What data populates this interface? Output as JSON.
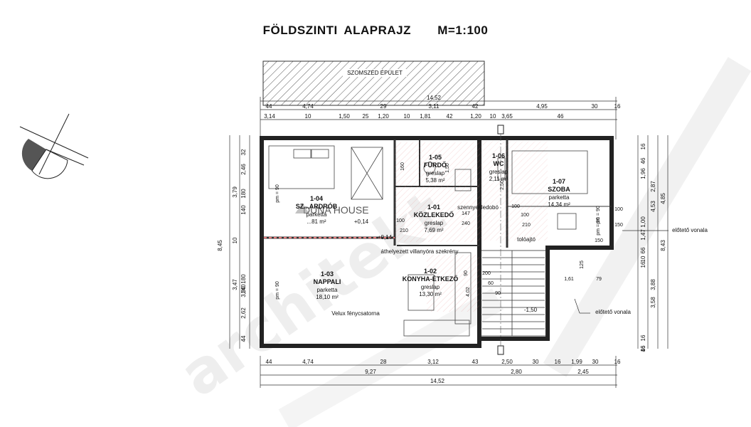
{
  "header": {
    "title": "FÖLDSZINTI ALAPRAJZ",
    "scale": "M=1:100"
  },
  "neighbor_label": "SZOMSZÉD ÉPÜLET",
  "watermark": {
    "brand": "DUNA HOUSE",
    "text": "architekt"
  },
  "rooms": [
    {
      "id": "1-04",
      "name": "SZ...ARDRÓB",
      "floor": "parketta",
      "area": "...81 m²"
    },
    {
      "id": "1-05",
      "name": "FÜRDŐ",
      "floor": "greslap",
      "area": "5,38 m²"
    },
    {
      "id": "1-06",
      "name": "WC",
      "floor": "greslap",
      "area": "2,11 m²"
    },
    {
      "id": "1-01",
      "name": "KÖZLEKEDŐ",
      "floor": "greslap",
      "area": "7,69 m²"
    },
    {
      "id": "1-07",
      "name": "SZOBA",
      "floor": "parketta",
      "area": "14,34 m²"
    },
    {
      "id": "1-03",
      "name": "NAPPALI",
      "floor": "parketta",
      "area": "18,10 m²"
    },
    {
      "id": "1-02",
      "name": "KONYHA-ÉTKEZŐ",
      "floor": "greslap",
      "area": "13,30 m²"
    }
  ],
  "annotations": {
    "szennyes": "szennyesledobó",
    "athely": "áthelyezett villanyóra szekrény",
    "velux": "Velux fénycsatorna",
    "tolo": "tolóajtó",
    "eloteto1": "előtető vonala",
    "eloteto2": "előtető vonala",
    "lvl1": "+0,14",
    "lvl2": "+0,14",
    "lvl3": "-1,50"
  },
  "top_dims": {
    "overall": "14,52",
    "row2": [
      "44",
      "4,74",
      "29",
      "3,11",
      "42",
      "4,95",
      "30",
      "16"
    ],
    "row3": [
      "3,14",
      "10",
      "1,50",
      "25",
      "1,20",
      "10",
      "1,81",
      "42",
      "1,20",
      "10",
      "3,65",
      "46"
    ]
  },
  "bottom_dims": {
    "row1": [
      "44",
      "4,74",
      "28",
      "3,12",
      "43",
      "2,50",
      "30",
      "16",
      "1,99",
      "30",
      "16"
    ],
    "row2": [
      "9,27",
      "2,80",
      "2,45"
    ],
    "overall": "14,52"
  },
  "left_dims": {
    "outer": "8,45",
    "mid": [
      "3,79",
      "10",
      "3,47"
    ],
    "inner": [
      "32",
      "2,46",
      "180",
      "140",
      "3,80",
      "2,62",
      "44",
      "180",
      "140"
    ]
  },
  "right_dims": {
    "outer": [
      "4,85",
      "8,43"
    ],
    "mid": [
      "2,87",
      "4,53",
      "3,88",
      "3,58"
    ],
    "inner": [
      "16",
      "46",
      "1,96",
      "1,00",
      "1,47",
      "66",
      "10",
      "16",
      "16",
      "46",
      "16"
    ]
  },
  "opening_labels": [
    "pm = 90",
    "pm = 90",
    "pm = 90",
    "pm = 90",
    "90",
    "100",
    "100",
    "150",
    "100",
    "210",
    "100",
    "210",
    "147",
    "240",
    "125",
    "79",
    "1,61",
    "200",
    "60",
    "90",
    "4,02",
    "2,50",
    "160",
    "1,50",
    "150"
  ]
}
